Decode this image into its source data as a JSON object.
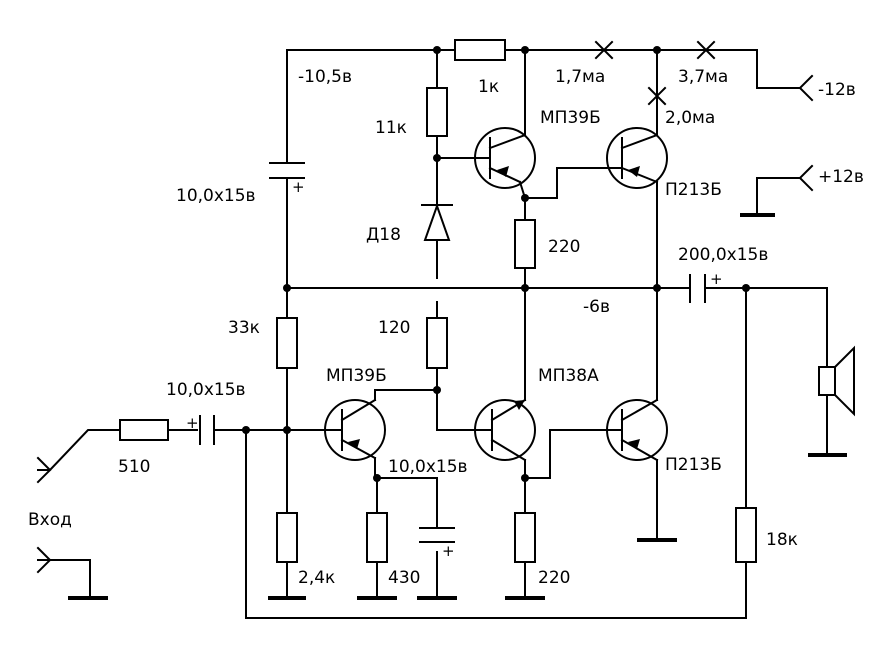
{
  "labels": {
    "v_minus_10_5": "-10,5в",
    "r_1k": "1к",
    "i_1_7": "1,7ма",
    "i_3_7": "3,7ма",
    "v_minus_12": "-12в",
    "r_11k": "11к",
    "q_mp39b_top": "МП39Б",
    "i_2_0": "2,0ма",
    "c_10x15_top": "10,0х15в",
    "q_p213b_top": "П213Б",
    "v_plus_12": "+12в",
    "d_d18": "Д18",
    "r_220_top": "220",
    "c_200x15": "200,0х15в",
    "v_minus_6": "-6в",
    "r_33k": "33к",
    "r_120": "120",
    "q_mp39b_bot": "МП39Б",
    "q_mp38a": "МП38А",
    "c_10x15_in": "10,0х15в",
    "r_510": "510",
    "c_10x15_emit": "10,0х15в",
    "q_p213b_bot": "П213Б",
    "input": "Вход",
    "r_18k": "18к",
    "r_2_4k": "2,4к",
    "r_430": "430",
    "r_220_bot": "220",
    "plus_sign": "+"
  }
}
